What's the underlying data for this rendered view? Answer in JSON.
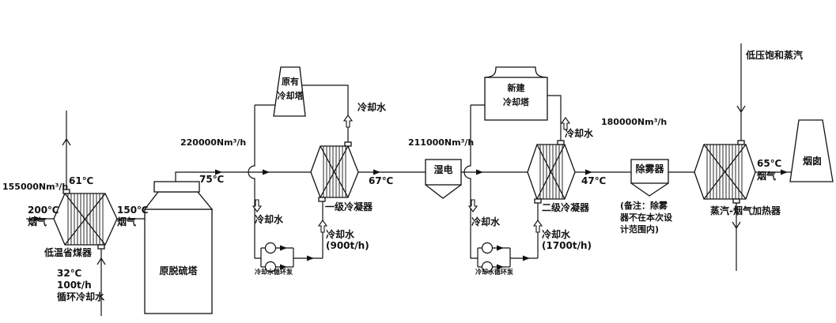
{
  "colors": {
    "line": "#111111",
    "background": "#ffffff"
  },
  "streams": {
    "inlet": {
      "flow": "155000Nm³/h",
      "temp": "200℃",
      "medium": "烟气"
    },
    "economizer_gas_out": {
      "temp": "150℃",
      "medium": "烟气"
    },
    "economizer_water_out_temp": "61℃",
    "economizer_water_in": [
      "32℃",
      "100t/h",
      "循环冷却水"
    ],
    "tower_out": {
      "flow": "220000Nm³/h",
      "temp": "75℃"
    },
    "condenser1_out_temp": "67℃",
    "wet_esp_flow": "211000Nm³/h",
    "condenser2_out_temp": "47℃",
    "demister_flow": "180000Nm³/h",
    "stack_in": {
      "temp": "65℃",
      "medium": "烟气"
    },
    "steam": "低压饱和蒸汽",
    "cooling_water": "冷却水",
    "condenser1_water_rate": "(900t/h)",
    "condenser2_water_rate": "(1700t/h)"
  },
  "equipment": {
    "economizer": "低温省煤器",
    "desulfurization_tower": "原脱硫塔",
    "existing_cooling_tower": [
      "原有",
      "冷却塔"
    ],
    "new_cooling_tower": [
      "新建",
      "冷却塔"
    ],
    "condenser1": "一级冷凝器",
    "condenser2": "二级冷凝器",
    "wet_esp": "湿电",
    "demister": "除雾器",
    "gas_heater": "蒸汽-烟气加热器",
    "stack": "烟囱",
    "circulation_pump": "冷却水循环泵"
  },
  "note": [
    "(备注：除雾",
    "器不在本次设",
    "计范围内)"
  ]
}
